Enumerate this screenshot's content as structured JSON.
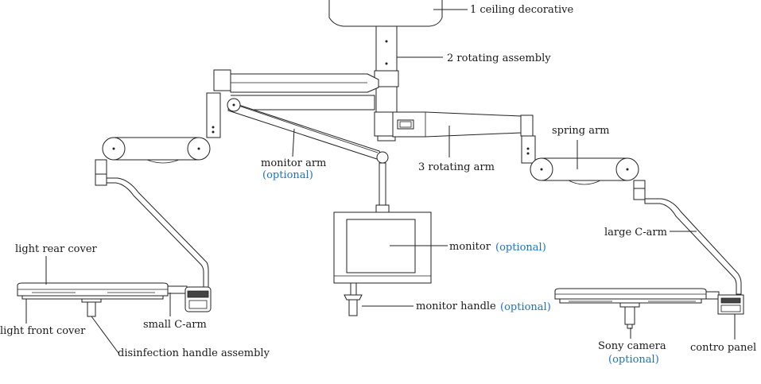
{
  "colors": {
    "line": "#222222",
    "label": "#1a1a1a",
    "optional": "#1a73c8"
  },
  "labels": {
    "ceiling_decorative": "1 ceiling decorative",
    "rotating_assembly": "2 rotating assembly",
    "rotating_arm": "3 rotating arm",
    "spring_arm": "spring arm",
    "monitor_arm": "monitor arm",
    "monitor": "monitor",
    "monitor_handle": "monitor handle",
    "large_c_arm": "large C-arm",
    "light_rear_cover": "light rear cover",
    "light_front_cover": "light front cover",
    "small_c_arm": "small C-arm",
    "disinfection_handle": "disinfection handle assembly",
    "sony_camera": "Sony camera",
    "control_panel": "contro panel",
    "optional": "(optional)"
  }
}
